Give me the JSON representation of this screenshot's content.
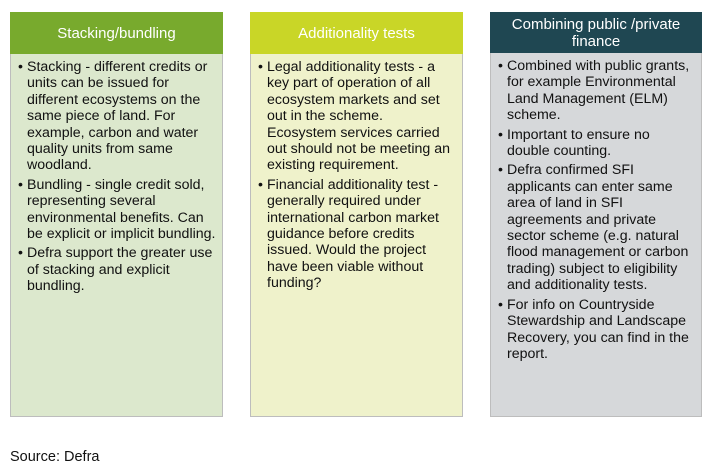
{
  "columns": [
    {
      "title": "Stacking/bundling",
      "bullets": [
        "Stacking - different credits or units can be issued for different ecosystems on the same piece of land. For example, carbon and water quality units from same woodland.",
        "Bundling - single credit sold, representing several environmental benefits. Can be explicit or implicit bundling.",
        "Defra support the greater use of stacking and explicit bundling."
      ]
    },
    {
      "title": "Additionality tests",
      "bullets": [
        "Legal additionality tests - a key part of operation of all ecosystem markets and set out in the scheme. Ecosystem services carried out should not be meeting an existing requirement.",
        "Financial additionality test - generally required under international carbon market guidance before credits issued. Would the project have been viable without funding?"
      ]
    },
    {
      "title": "Combining public /private finance",
      "bullets": [
        "Combined with public grants, for example Environmental Land Management (ELM) scheme.",
        "Important to ensure no double counting.",
        "Defra confirmed SFI applicants can enter same area of land in SFI agreements and private sector scheme (e.g. natural flood management or carbon trading) subject to eligibility and additionality tests.",
        "For info on Countryside Stewardship and Landscape Recovery, you can find in the report."
      ]
    }
  ],
  "source": "Source: Defra",
  "colors": {
    "header1": "#78aa2d",
    "header2": "#c9d627",
    "header3": "#1f4752",
    "body1": "#dce8cd",
    "body2": "#eff2cb",
    "body3": "#d6d8da"
  }
}
